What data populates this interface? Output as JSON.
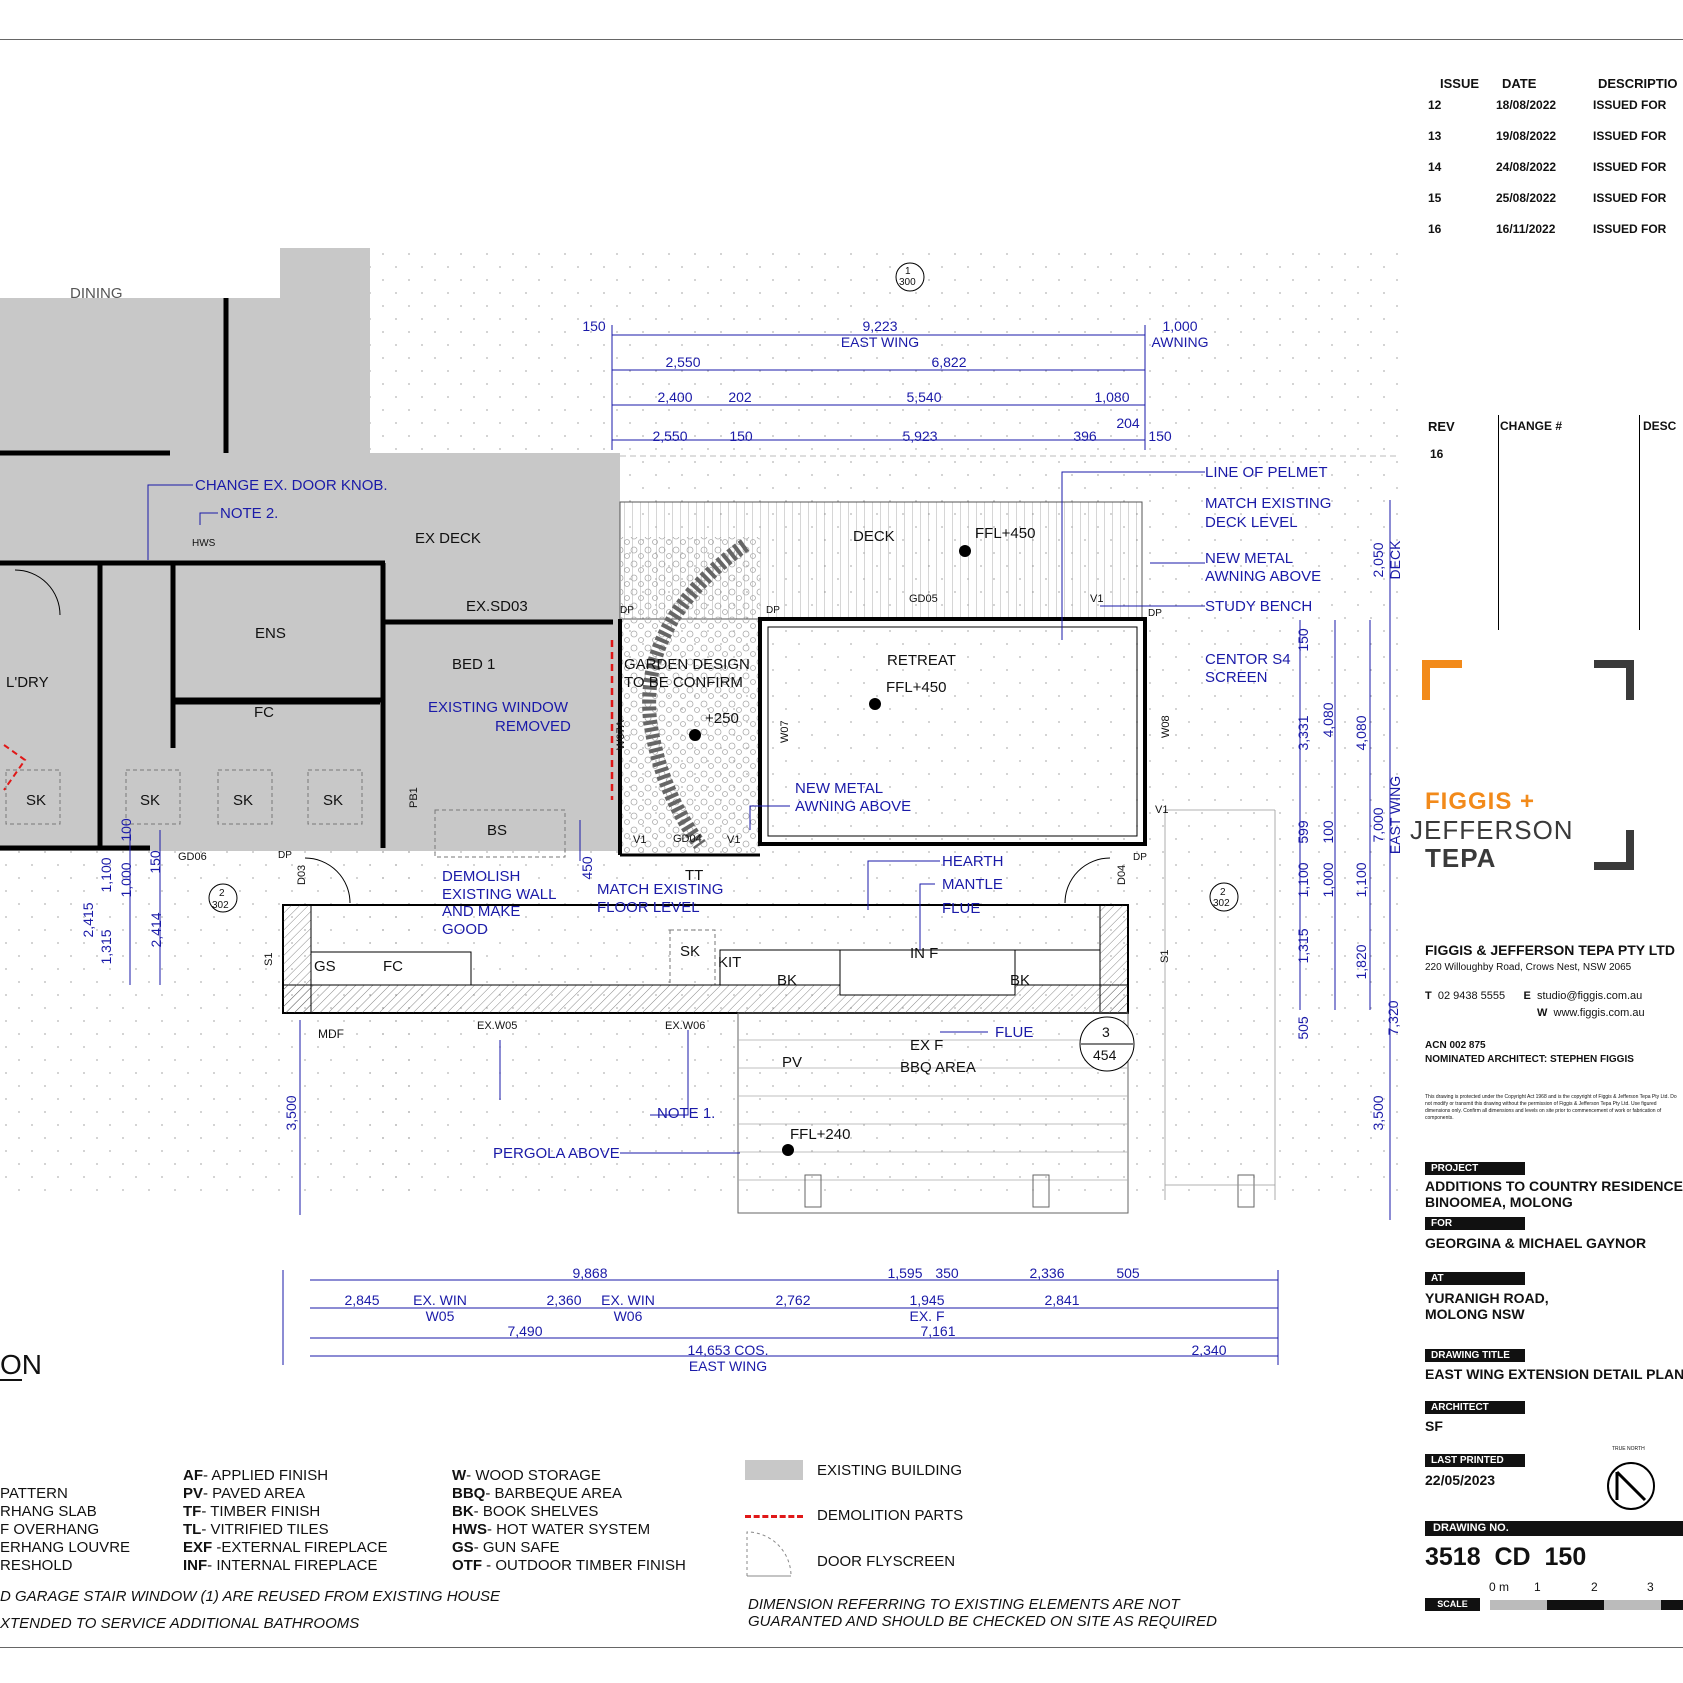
{
  "issues": {
    "headers": [
      "ISSUE",
      "DATE",
      "DESCRIPTIO"
    ],
    "rows": [
      [
        "12",
        "18/08/2022",
        "ISSUED FOR"
      ],
      [
        "13",
        "19/08/2022",
        "ISSUED FOR"
      ],
      [
        "14",
        "24/08/2022",
        "ISSUED FOR"
      ],
      [
        "15",
        "25/08/2022",
        "ISSUED FOR"
      ],
      [
        "16",
        "16/11/2022",
        "ISSUED FOR"
      ]
    ]
  },
  "revisions": {
    "headers": [
      "REV",
      "CHANGE #",
      "DESC"
    ],
    "rows": [
      [
        "16",
        "",
        ""
      ]
    ]
  },
  "firm": {
    "logo_line1": "FIGGIS +",
    "logo_line2": "JEFFERSON",
    "logo_line3": "TEPA",
    "name": "FIGGIS & JEFFERSON TEPA PTY LTD",
    "address": "220 Willoughby Road, Crows Nest, NSW 2065",
    "phone_label": "T",
    "phone": "02 9438 5555",
    "email_label": "E",
    "email": "studio@figgis.com.au",
    "web_label": "W",
    "web": "www.figgis.com.au",
    "acn": "ACN 002 875",
    "nominated": "NOMINATED ARCHITECT: STEPHEN FIGGIS",
    "copyright": "This drawing is protected under the Copyright Act 1968 and is the copyright of Figgis & Jefferson Tepa Pty Ltd. Do not modify or transmit this drawing without the permission of Figgis & Jefferson Tepa Pty Ltd. Use figured dimensions only. Confirm all dimensions and levels on site prior to commencement of work or fabrication of components."
  },
  "titleblock": {
    "project_label": "PROJECT",
    "project_line1": "ADDITIONS TO COUNTRY RESIDENCE",
    "project_line2": "BINOOMEA, MOLONG",
    "for_label": "FOR",
    "client": "GEORGINA & MICHAEL GAYNOR",
    "at_label": "AT",
    "site_line1": "YURANIGH ROAD,",
    "site_line2": "MOLONG NSW",
    "drawing_title_label": "DRAWING TITLE",
    "drawing_title": "EAST WING EXTENSION DETAIL PLAN",
    "architect_label": "ARCHITECT",
    "architect": "SF",
    "last_printed_label": "LAST PRINTED",
    "last_printed": "22/05/2023",
    "true_north": "TRUE NORTH",
    "drawing_no_label": "DRAWING NO.",
    "drawing_no": "3518  CD  150",
    "scale_label": "SCALE",
    "scale_ticks": [
      "0 m",
      "1",
      "2",
      "3"
    ]
  },
  "plan": {
    "rooms": {
      "dining": "DINING",
      "ex_deck": "EX DECK",
      "ens": "ENS",
      "lddry": "L'DRY",
      "bed1": "BED 1",
      "fc": "FC",
      "retreat": "RETREAT",
      "deck": "DECK",
      "bbq": "BBQ AREA",
      "garden1": "GARDEN DESIGN",
      "garden2": "TO BE CONFIRM",
      "bs": "BS",
      "kit": "KIT",
      "gs": "GS",
      "fc2": "FC",
      "bk1": "BK",
      "bk2": "BK",
      "pv": "PV",
      "sk": "SK",
      "tt": "TT",
      "mdf": "MDF",
      "exf": "EX F",
      "inf": "IN F",
      "hws": "HWS",
      "exsd03": "EX.SD03"
    },
    "levels": {
      "deck": "FFL+450",
      "retreat": "FFL+450",
      "garden": "+250",
      "pergola": "FFL+240"
    },
    "notes": {
      "door_knob": "CHANGE EX. DOOR KNOB.",
      "note2": "NOTE 2.",
      "note1": "NOTE 1.",
      "ex_window1": "EXISTING WINDOW",
      "ex_window2": "REMOVED",
      "demolish1": "DEMOLISH",
      "demolish2": "EXISTING WALL",
      "demolish3": "AND MAKE",
      "demolish4": "GOOD",
      "match_floor1": "MATCH EXISTING",
      "match_floor2": "FLOOR LEVEL",
      "new_awning1": "NEW METAL",
      "new_awning2": "AWNING ABOVE",
      "pelmet": "LINE OF PELMET",
      "match_deck1": "MATCH EXISTING",
      "match_deck2": "DECK LEVEL",
      "awning_r1": "NEW METAL",
      "awning_r2": "AWNING ABOVE",
      "study": "STUDY BENCH",
      "centor1": "CENTOR S4",
      "centor2": "SCREEN",
      "hearth": "HEARTH",
      "mantle": "MANTLE",
      "flue1": "FLUE",
      "flue2": "FLUE",
      "pergola": "PERGOLA ABOVE"
    },
    "tags": {
      "gd05": "GD05",
      "gd04": "GD04",
      "gd06": "GD06",
      "v1a": "V1",
      "v1b": "V1",
      "v1c": "V1",
      "v1d": "V1",
      "w07a": "W07A",
      "w07": "W07",
      "w08": "W08",
      "pb1": "PB1",
      "d03": "D03",
      "d04": "D04",
      "s1a": "S1",
      "s1b": "S1",
      "exw05": "EX.W05",
      "exw06": "EX.W06",
      "dp": "DP",
      "sec1_top": "1",
      "sec1_bot": "300",
      "sec2_top": "2",
      "sec2_bot": "302",
      "det_top": "3",
      "det_bot": "454"
    },
    "dims_top": {
      "d150a": "150",
      "d9223": "9,223",
      "east_wing": "EAST WING",
      "d1000": "1,000",
      "awning": "AWNING",
      "d2550a": "2,550",
      "d6822": "6,822",
      "d2400": "2,400",
      "d202": "202",
      "d5540": "5,540",
      "d1080": "1,080",
      "d2550b": "2,550",
      "d150b": "150",
      "d5923": "5,923",
      "d396": "396",
      "d204": "204",
      "d150c": "150"
    },
    "dims_right": {
      "d2050": "2,050",
      "deck": "DECK",
      "d150": "150",
      "d3331": "3,331",
      "d4080a": "4,080",
      "d4080b": "4,080",
      "d7000": "7,000",
      "east_wing": "EAST WING",
      "d599": "599",
      "d100": "100",
      "d1100a": "1,100",
      "d1000": "1,000",
      "d1100b": "1,100",
      "d1315": "1,315",
      "d1820": "1,820",
      "d505": "505",
      "d7320": "7,320",
      "d3500": "3,500"
    },
    "dims_left": {
      "d100": "100",
      "d1100": "1,100",
      "d1000": "1,000",
      "d150": "150",
      "d2415": "2,415",
      "d1315": "1,315",
      "d2414": "2,414",
      "d450": "450",
      "d3500": "3,500"
    },
    "dims_bottom": {
      "d9868": "9,868",
      "d1595": "1,595",
      "d350": "350",
      "d2336": "2,336",
      "d505": "505",
      "d2845": "2,845",
      "exwin1": "EX. WIN",
      "w05": "W05",
      "d2360": "2,360",
      "exwin2": "EX. WIN",
      "w06": "W06",
      "d2762": "2,762",
      "d1945": "1,945",
      "exf": "EX. F",
      "d2841": "2,841",
      "d7490": "7,490",
      "d7161": "7,161",
      "d14653": "14,653 COS.",
      "east_wing": "EAST WING",
      "d2340": "2,340"
    },
    "title_fragment": "ON"
  },
  "legend": {
    "col1": [
      "PATTERN",
      "RHANG SLAB",
      "F OVERHANG",
      "ERHANG LOUVRE",
      "RESHOLD"
    ],
    "col2": [
      {
        "code": "AF",
        "text": "- APPLIED FINISH"
      },
      {
        "code": "PV",
        "text": "- PAVED AREA"
      },
      {
        "code": "TF",
        "text": "- TIMBER FINISH"
      },
      {
        "code": "TL",
        "text": "- VITRIFIED TILES"
      },
      {
        "code": "EXF",
        "text": " -EXTERNAL FIREPLACE"
      },
      {
        "code": "INF",
        "text": "- INTERNAL FIREPLACE"
      }
    ],
    "col3": [
      {
        "code": "W",
        "text": "- WOOD STORAGE"
      },
      {
        "code": "BBQ",
        "text": "- BARBEQUE AREA"
      },
      {
        "code": "BK",
        "text": "- BOOK SHELVES"
      },
      {
        "code": "HWS",
        "text": "- HOT WATER SYSTEM"
      },
      {
        "code": "GS",
        "text": "- GUN SAFE"
      },
      {
        "code": "OTF",
        "text": " - OUTDOOR TIMBER FINISH"
      }
    ],
    "keys": [
      "EXISTING BUILDING",
      "DEMOLITION PARTS",
      "DOOR FLYSCREEN"
    ],
    "note_left1": "D GARAGE STAIR WINDOW (1) ARE REUSED FROM EXISTING HOUSE",
    "note_left2": "XTENDED TO SERVICE ADDITIONAL BATHROOMS",
    "note_right1": "DIMENSION REFERRING TO EXISTING ELEMENTS ARE NOT",
    "note_right2": "GUARANTED AND SHOULD BE CHECKED ON SITE AS REQUIRED"
  },
  "colors": {
    "annotation": "#1a1aa8",
    "existing": "#c8c8c8",
    "demolition": "#e01818",
    "logo_orange": "#f28a1a",
    "logo_dark": "#3a3a3a"
  }
}
